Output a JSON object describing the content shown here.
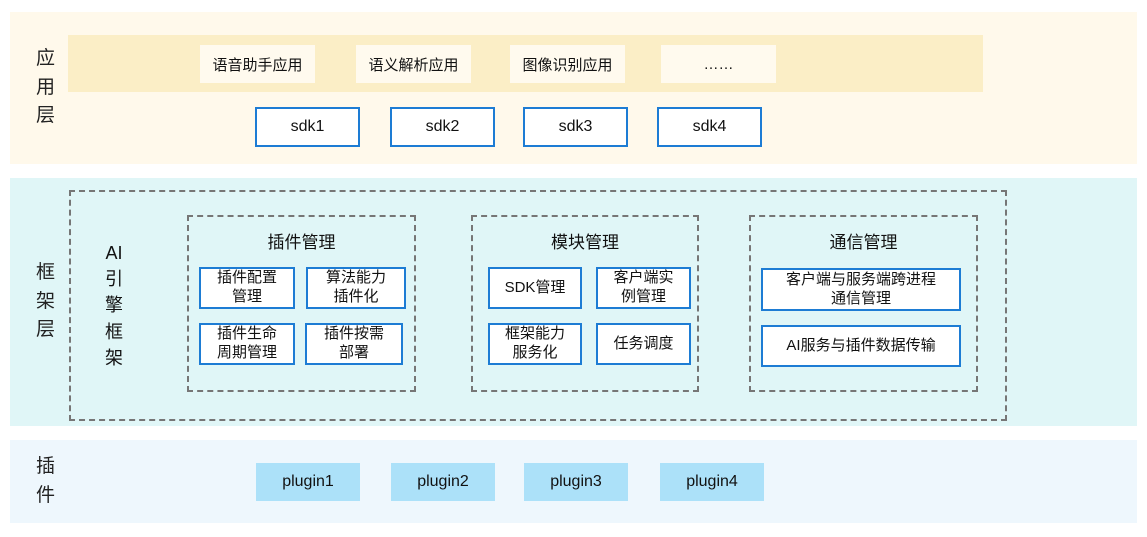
{
  "diagram": {
    "app_layer": {
      "label": "应\n用\n层",
      "apps": [
        "语音助手应用",
        "语义解析应用",
        "图像识别应用",
        "……"
      ],
      "sdks": [
        "sdk1",
        "sdk2",
        "sdk3",
        "sdk4"
      ]
    },
    "framework_layer": {
      "label": "框\n架\n层",
      "engine": "AI\n引\n擎\n框\n架",
      "groups": [
        {
          "title": "插件管理",
          "items": [
            "插件配置\n管理",
            "算法能力\n插件化",
            "插件生命\n周期管理",
            "插件按需\n部署"
          ]
        },
        {
          "title": "模块管理",
          "items": [
            "SDK管理",
            "客户端实\n例管理",
            "框架能力\n服务化",
            "任务调度"
          ]
        },
        {
          "title": "通信管理",
          "items": [
            "客户端与服务端跨进程\n通信管理",
            "AI服务与插件数据传输"
          ]
        }
      ]
    },
    "plugin_layer": {
      "label": "插\n件",
      "plugins": [
        "plugin1",
        "plugin2",
        "plugin3",
        "plugin4"
      ]
    },
    "colors": {
      "app_section_bg": "#FFF9EB",
      "app_band_bg": "#FBEEC6",
      "app_box_bg": "#FFFAEE",
      "framework_section_bg": "#E0F6F7",
      "plugin_section_bg": "#EEF7FD",
      "plugin_box_bg": "#ACE1F9",
      "box_border_blue": "#1D7CD4",
      "dashed_border_gray": "#767676"
    }
  }
}
